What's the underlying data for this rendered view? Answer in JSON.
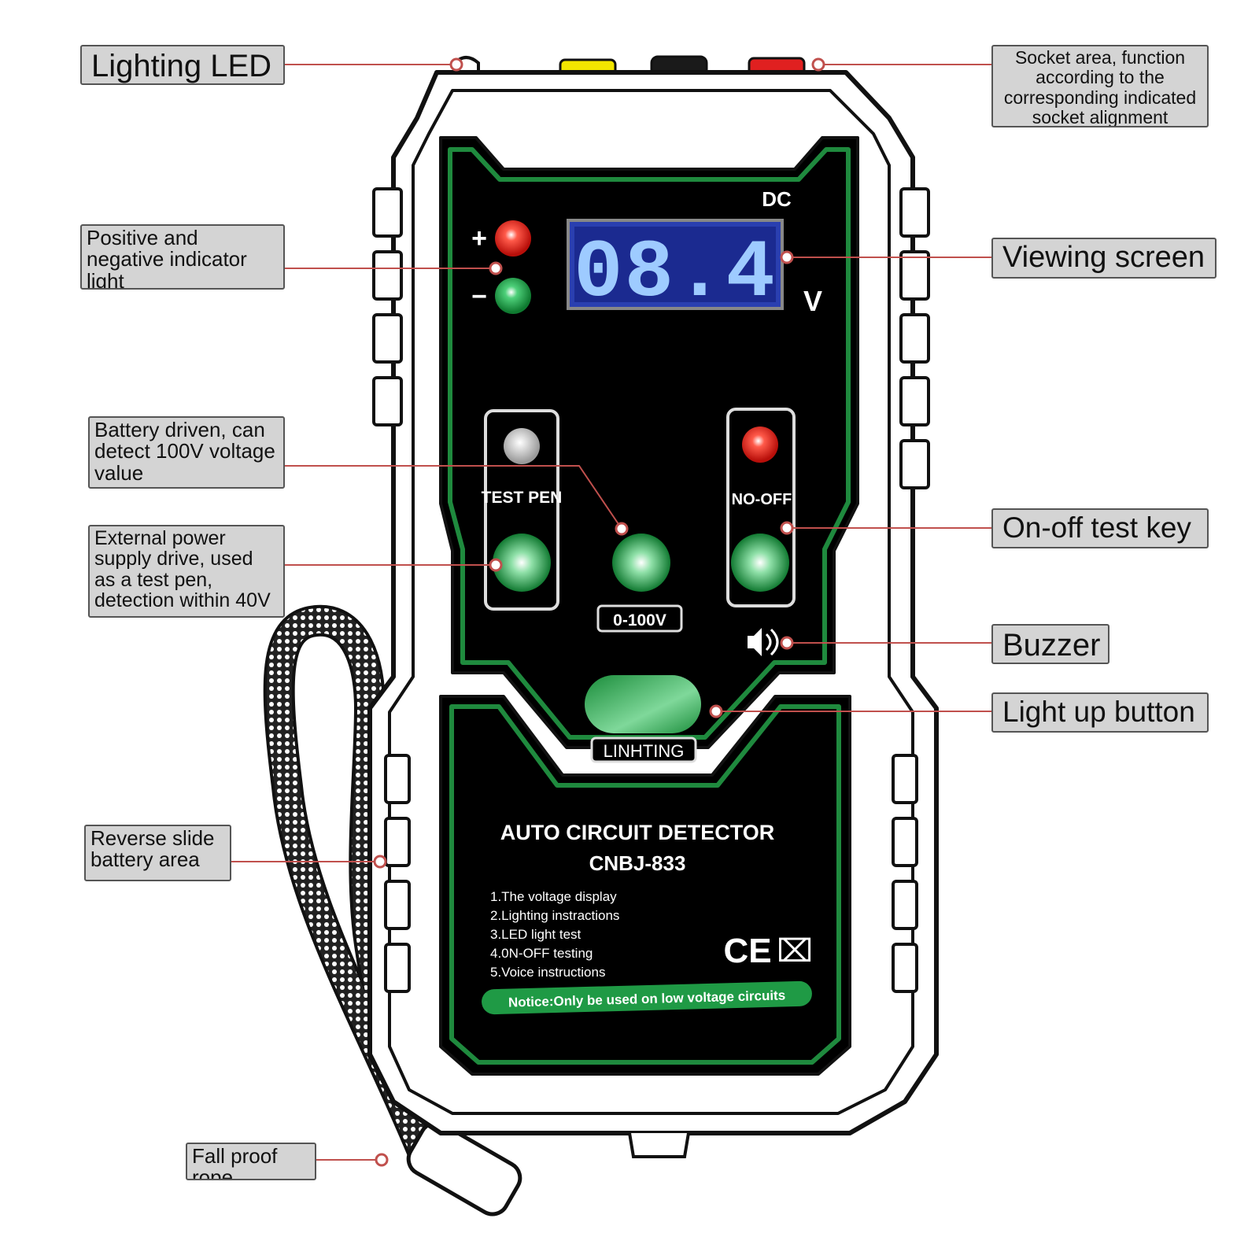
{
  "callouts": {
    "lighting_led": "Lighting LED",
    "socket_area": "Socket area, function according to the corresponding indicated socket alignment",
    "indicator_light": "Positive and negative indicator light",
    "viewing_screen": "Viewing screen",
    "battery_driven": "Battery driven, can detect 100V voltage value",
    "external_power": "External power supply drive, used as a test pen, detection within 40V",
    "on_off_key": "On-off test key",
    "buzzer": "Buzzer",
    "light_up_button": "Light up button",
    "reverse_slide": "Reverse slide battery area",
    "fall_proof_rope": "Fall proof rope"
  },
  "device": {
    "dc_label": "DC",
    "display_value": "08.4",
    "unit": "V",
    "plus_sign": "+",
    "minus_sign": "−",
    "test_pen_label": "TEST PEN",
    "no_off_label": "NO-OFF",
    "range_label": "0-100V",
    "lighting_label": "LINHTING",
    "title": "AUTO CIRCUIT DETECTOR",
    "model": "CNBJ-833",
    "features": [
      "1.The voltage display",
      "2.Lighting instractions",
      "3.LED light test",
      "4.0N-OFF testing",
      "5.Voice instructions"
    ],
    "notice": "Notice:Only be used on low voltage circuits",
    "ce_mark": "CE",
    "weee_mark": "⌧"
  },
  "colors": {
    "leader_line": "#c0504d",
    "body_green": "#1f8a3e",
    "lcd_blue": "#2a3fb0",
    "lcd_digits": "#9ecbff"
  }
}
